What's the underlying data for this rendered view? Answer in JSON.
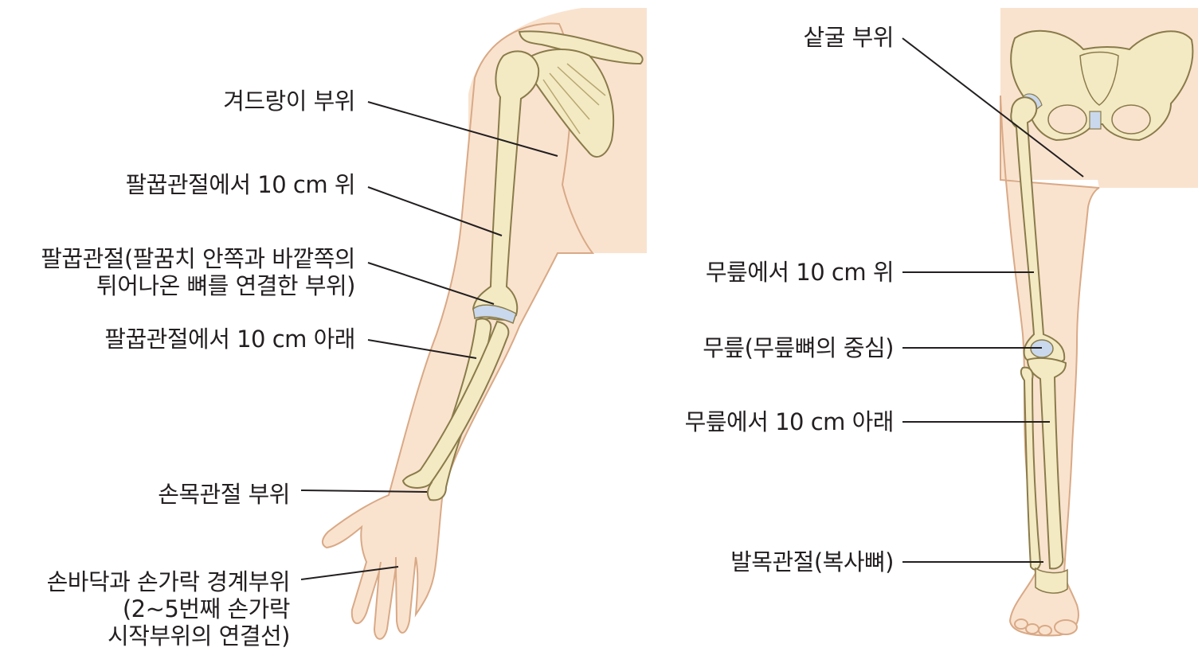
{
  "colors": {
    "skin": "#f9e3cf",
    "skin_outline": "#d9a986",
    "bone": "#f3eac4",
    "bone_outline": "#8a7b4a",
    "cartilage": "#c9d8ec",
    "leader_line": "#231f20",
    "text": "#231f20"
  },
  "arm_labels": {
    "acromion": "겨드랑이 부위",
    "above_elbow": "팔꿉관절에서 10 cm 위",
    "elbow_line1": "팔꿉관절(팔꿈치 안쪽과 바깥쪽의",
    "elbow_line2": "튀어나온 뼈를 연결한 부위)",
    "below_elbow": "팔꿉관절에서 10 cm 아래",
    "wrist": "손목관절 부위",
    "palm_line1": "손바닥과 손가락 경계부위",
    "palm_line2": "(2~5번째 손가락",
    "palm_line3": "시작부위의 연결선)"
  },
  "leg_labels": {
    "groin": "샅굴 부위",
    "above_knee": "무릎에서 10 cm 위",
    "knee": "무릎(무릎뼈의 중심)",
    "below_knee": "무릎에서 10 cm 아래",
    "ankle": "발목관절(복사뼈)"
  }
}
